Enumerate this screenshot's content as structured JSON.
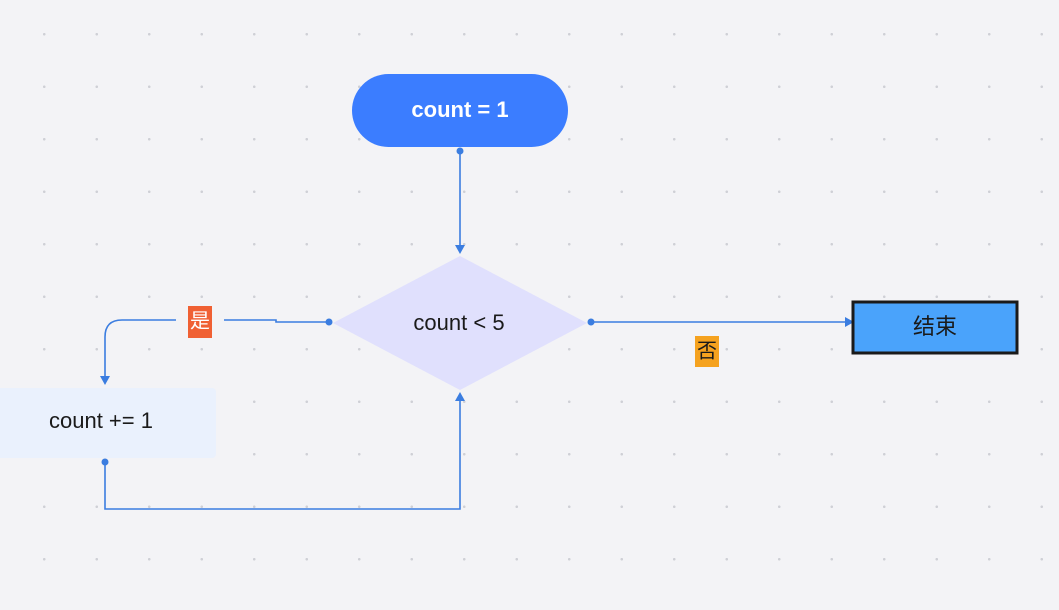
{
  "nodes": {
    "start": {
      "text": "count = 1"
    },
    "decision": {
      "text": "count < 5"
    },
    "process": {
      "text": "count += 1"
    },
    "end": {
      "text": "结束"
    }
  },
  "edge_labels": {
    "yes": "是",
    "no": "否"
  },
  "colors": {
    "background": "#f3f3f6",
    "start_fill": "#3b7dff",
    "decision_fill": "#e0e0fd",
    "process_fill": "#eaf1fd",
    "end_fill": "#4aa3fb",
    "end_border": "#1a1a1a",
    "connector": "#3b7de0",
    "yes_label_bg": "#f06033",
    "no_label_bg": "#f5a21f"
  }
}
